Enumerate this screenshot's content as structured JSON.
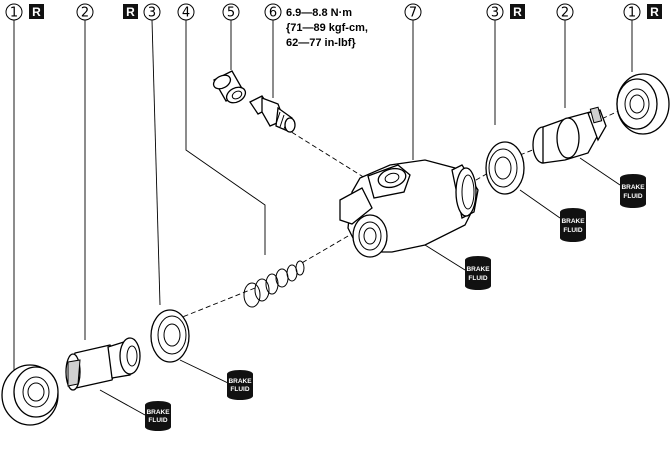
{
  "callouts": [
    {
      "id": "c1l",
      "num": "1",
      "rebuild": true
    },
    {
      "id": "c2l",
      "num": "2",
      "rebuild": false
    },
    {
      "id": "c3l",
      "num": "3",
      "rebuild": true
    },
    {
      "id": "c4",
      "num": "4",
      "rebuild": false
    },
    {
      "id": "c5",
      "num": "5",
      "rebuild": false
    },
    {
      "id": "c6",
      "num": "6",
      "rebuild": false
    },
    {
      "id": "c7",
      "num": "7",
      "rebuild": false
    },
    {
      "id": "c3r",
      "num": "3",
      "rebuild": true
    },
    {
      "id": "c2r",
      "num": "2",
      "rebuild": false
    },
    {
      "id": "c1r",
      "num": "1",
      "rebuild": true
    }
  ],
  "rebuild_mark": "R",
  "torque": {
    "line1": "6.9—8.8 N·m",
    "line2": "{71—89 kgf-cm,",
    "line3": "62—77 in-lbf}"
  },
  "fluid_label": {
    "line1": "BRAKE",
    "line2": "FLUID"
  },
  "colors": {
    "ink": "#000000",
    "paper": "#ffffff",
    "badge": "#111111"
  }
}
